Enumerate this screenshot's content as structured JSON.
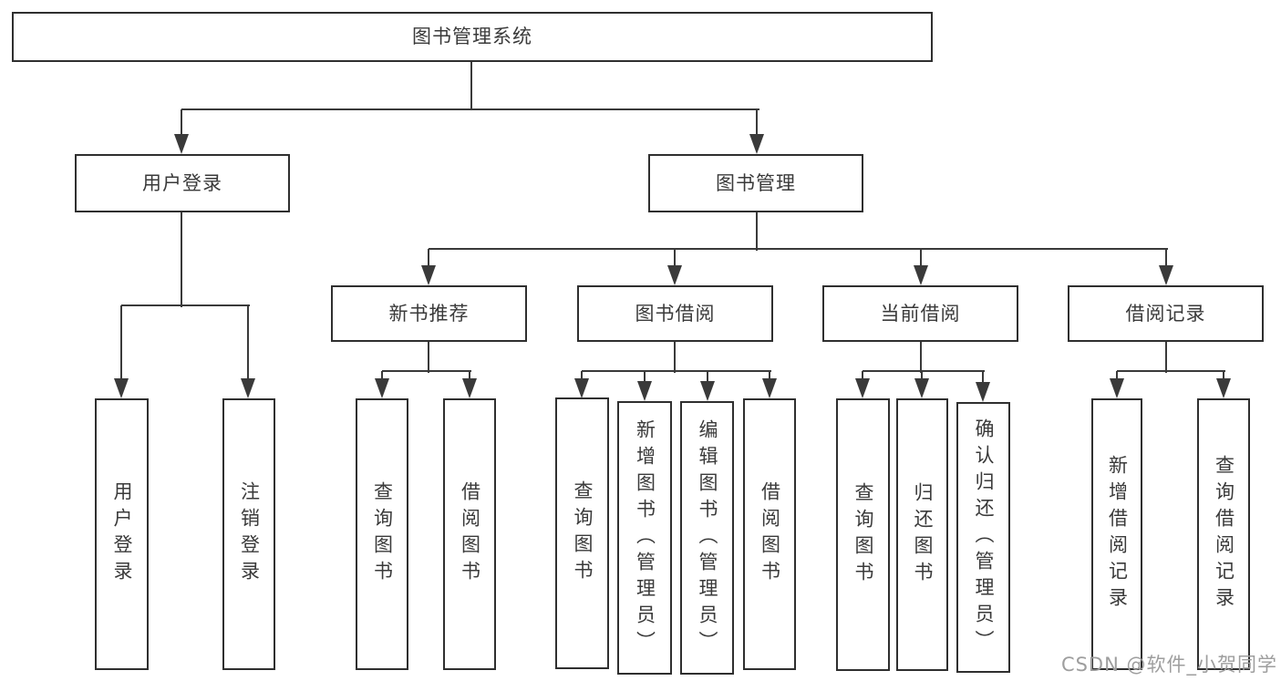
{
  "diagram": {
    "root": {
      "label": "图书管理系统"
    },
    "level2": [
      {
        "label": "用户登录"
      },
      {
        "label": "图书管理"
      }
    ],
    "level3": [
      {
        "label": "新书推荐"
      },
      {
        "label": "图书借阅"
      },
      {
        "label": "当前借阅"
      },
      {
        "label": "借阅记录"
      }
    ],
    "leaves": [
      {
        "label": "用户登录"
      },
      {
        "label": "注销登录"
      },
      {
        "label": "查询图书"
      },
      {
        "label": "借阅图书"
      },
      {
        "label": "查询图书"
      },
      {
        "label": "新增图书（管理员）"
      },
      {
        "label": "编辑图书（管理员）"
      },
      {
        "label": "借阅图书"
      },
      {
        "label": "查询图书"
      },
      {
        "label": "归还图书"
      },
      {
        "label": "确认归还（管理员）"
      },
      {
        "label": "新增借阅记录"
      },
      {
        "label": "查询借阅记录"
      }
    ]
  },
  "watermark": {
    "text": "CSDN @软件_小贺同学"
  },
  "colors": {
    "line": "#3a3a3a",
    "box_border": "#2f2f2f",
    "text": "#3a3a3a",
    "watermark": "#9e9e9e",
    "background": "#ffffff"
  }
}
